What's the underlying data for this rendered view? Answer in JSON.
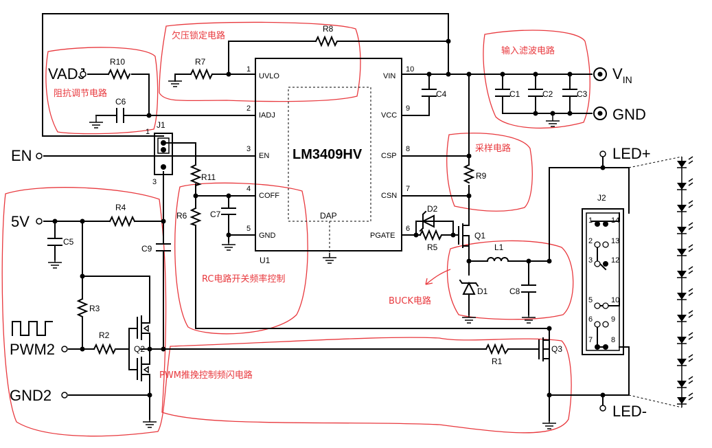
{
  "chip": {
    "name": "LM3409HV",
    "ref": "U1",
    "dap": "DAP",
    "pins": {
      "uvlo": {
        "num": "1",
        "name": "UVLO"
      },
      "iadj": {
        "num": "2",
        "name": "IADJ"
      },
      "en": {
        "num": "3",
        "name": "EN"
      },
      "coff": {
        "num": "4",
        "name": "COFF"
      },
      "gnd": {
        "num": "5",
        "name": "GND"
      },
      "pgate": {
        "num": "6",
        "name": "PGATE"
      },
      "csn": {
        "num": "7",
        "name": "CSN"
      },
      "csp": {
        "num": "8",
        "name": "CSP"
      },
      "vcc": {
        "num": "9",
        "name": "VCC"
      },
      "vin": {
        "num": "10",
        "name": "VIN"
      }
    }
  },
  "ports": {
    "vadj": "VADJ",
    "en": "EN",
    "v5": "5V",
    "pwm2": "PWM2",
    "gnd2": "GND2",
    "vin_main": "V",
    "vin_sub": "IN",
    "gnd": "GND",
    "led_plus": "LED+",
    "led_minus": "LED-"
  },
  "components": {
    "r1": "R1",
    "r2": "R2",
    "r3": "R3",
    "r4": "R4",
    "r5": "R5",
    "r6": "R6",
    "r7": "R7",
    "r8": "R8",
    "r9": "R9",
    "r10": "R10",
    "r11": "R11",
    "c1": "C1",
    "c2": "C2",
    "c3": "C3",
    "c4": "C4",
    "c5": "C5",
    "c6": "C6",
    "c7": "C7",
    "c8": "C8",
    "c9": "C9",
    "d1": "D1",
    "d2": "D2",
    "l1": "L1",
    "q1": "Q1",
    "q2": "Q2",
    "q3": "Q3",
    "j1": "J1",
    "j1_pin1": "1",
    "j1_pin3": "3",
    "j2": "J2"
  },
  "j2_pins": [
    "1",
    "2",
    "3",
    "5",
    "6",
    "7",
    "14",
    "13",
    "12",
    "10",
    "9",
    "8"
  ],
  "annotations": {
    "uvlo": "欠压锁定电路",
    "input_filter": "输入滤波电路",
    "impedance": "阻抗调节电路",
    "sampling": "采样电路",
    "rc_switch": "RC电路开关频率控制",
    "buck": "BUCK电路",
    "pwm": "PWM推挽控制频闪电路"
  },
  "colors": {
    "annotation": "#e8383d",
    "wire": "#000000"
  }
}
